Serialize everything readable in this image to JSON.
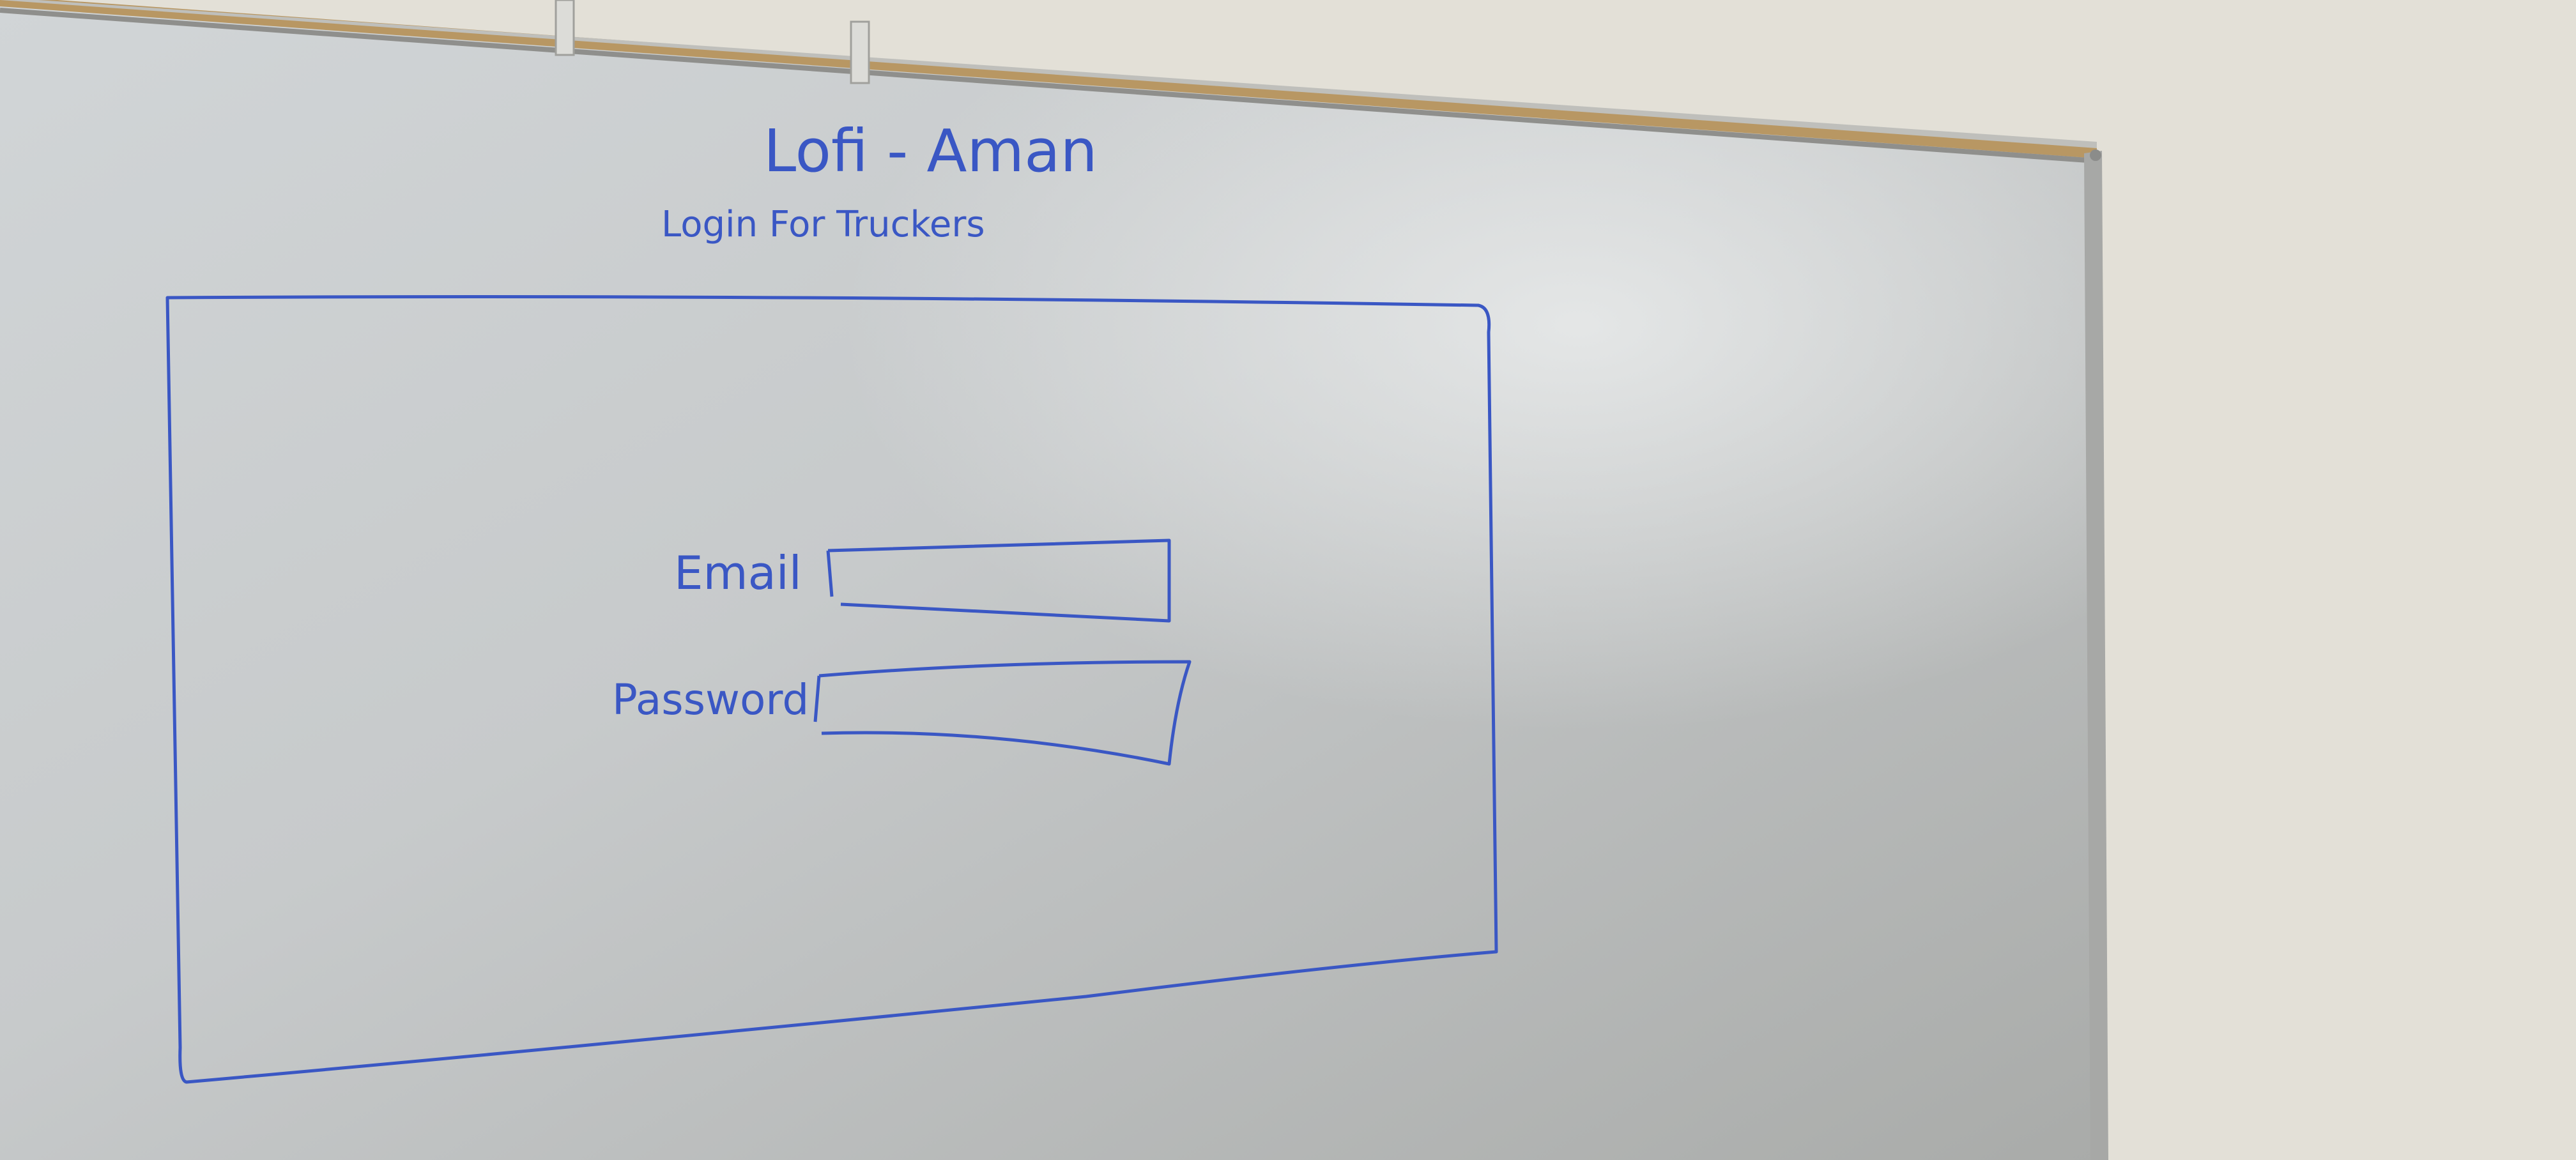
{
  "sketch": {
    "title": "Lofi - Aman",
    "subtitle": "Login For Truckers",
    "form": {
      "email_label": "Email",
      "password_label": "Password"
    }
  },
  "colors": {
    "marker_ink": "#3a57c4",
    "whiteboard": "#cfd2d3",
    "wall": "#e4e1d8",
    "cork_strip": "#b89763",
    "frame": "#a9aaa8"
  }
}
